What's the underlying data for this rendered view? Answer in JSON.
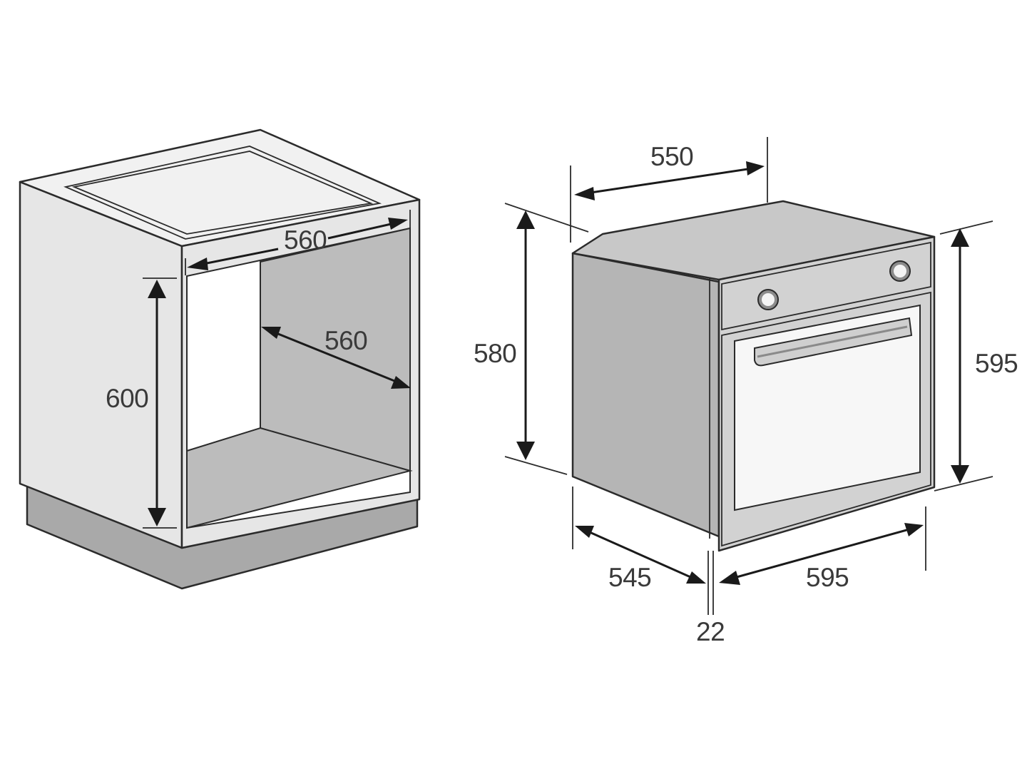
{
  "colors": {
    "cabinet_side": "#e6e6e6",
    "cabinet_top": "#f1f1f1",
    "cabinet_inner": "#bcbcbc",
    "plinth": "#a9a9a9",
    "oven_body": "#b5b5b5",
    "oven_top": "#c8c8c8",
    "oven_front": "#d2d2d2",
    "oven_window": "#f7f7f7",
    "line": "#2b2b2b",
    "text": "#3a3a3a"
  },
  "cabinet": {
    "width_label": "560",
    "depth_label": "560",
    "height_label": "600"
  },
  "oven": {
    "depth_label": "550",
    "body_height_label": "580",
    "front_height_label": "595",
    "body_depth_label": "545",
    "front_width_label": "595",
    "front_thickness_label": "22"
  },
  "icons": {
    "knob_left": "knob-icon",
    "knob_right": "knob-icon",
    "handle": "door-handle-icon"
  }
}
